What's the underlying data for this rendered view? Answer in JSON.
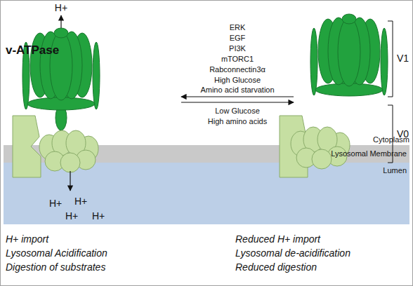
{
  "diagram": {
    "nodes": [
      {
        "text": [
          "Lysosomal Membrane"
        ]
      },
      {
        "text": [
          "Lumen"
        ]
      }
    ],
    "labels": [
      "H+",
      "v-ATPase",
      "ERK",
      "EGF",
      "PI3K",
      "mTORC1",
      "Rabconnectin3α",
      "High Glucose",
      "Amino acid starvation",
      "Low Glucose",
      "High amino acids",
      "V1",
      "V0",
      "Cytoplasm",
      "H+",
      "H+",
      "H+",
      "H+",
      "H+ import",
      "Lysosomal Acidification",
      "Digestion of substrates",
      "Reduced H+ import",
      "Lysosomal de-acidification",
      "Reduced digestion"
    ]
  }
}
